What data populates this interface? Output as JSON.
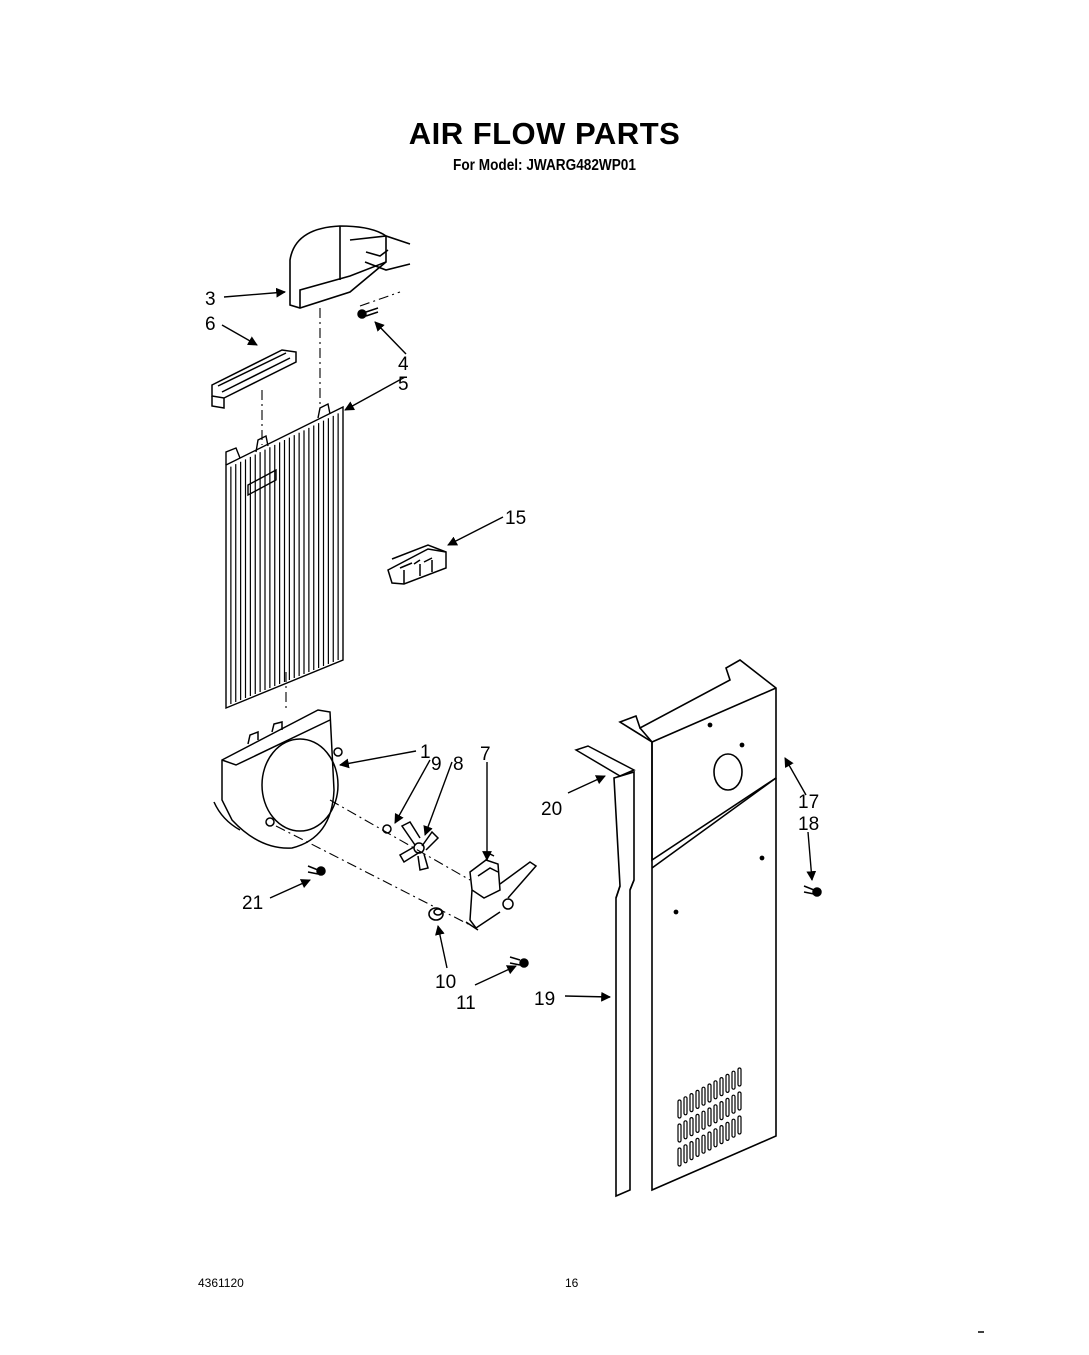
{
  "header": {
    "title": "AIR FLOW PARTS",
    "subtitle": "For Model: JWARG482WP01"
  },
  "footer": {
    "doc_number": "4361120",
    "page_number": "16"
  },
  "callouts": [
    {
      "id": "c3",
      "text": "3"
    },
    {
      "id": "c6",
      "text": "6"
    },
    {
      "id": "c4",
      "text": "4"
    },
    {
      "id": "c5",
      "text": "5"
    },
    {
      "id": "c15",
      "text": "15"
    },
    {
      "id": "c1",
      "text": "1"
    },
    {
      "id": "c9",
      "text": "9"
    },
    {
      "id": "c8",
      "text": "8"
    },
    {
      "id": "c7",
      "text": "7"
    },
    {
      "id": "c20",
      "text": "20"
    },
    {
      "id": "c17",
      "text": "17"
    },
    {
      "id": "c18",
      "text": "18"
    },
    {
      "id": "c21",
      "text": "21"
    },
    {
      "id": "c10",
      "text": "10"
    },
    {
      "id": "c11",
      "text": "11"
    },
    {
      "id": "c19",
      "text": "19"
    }
  ]
}
